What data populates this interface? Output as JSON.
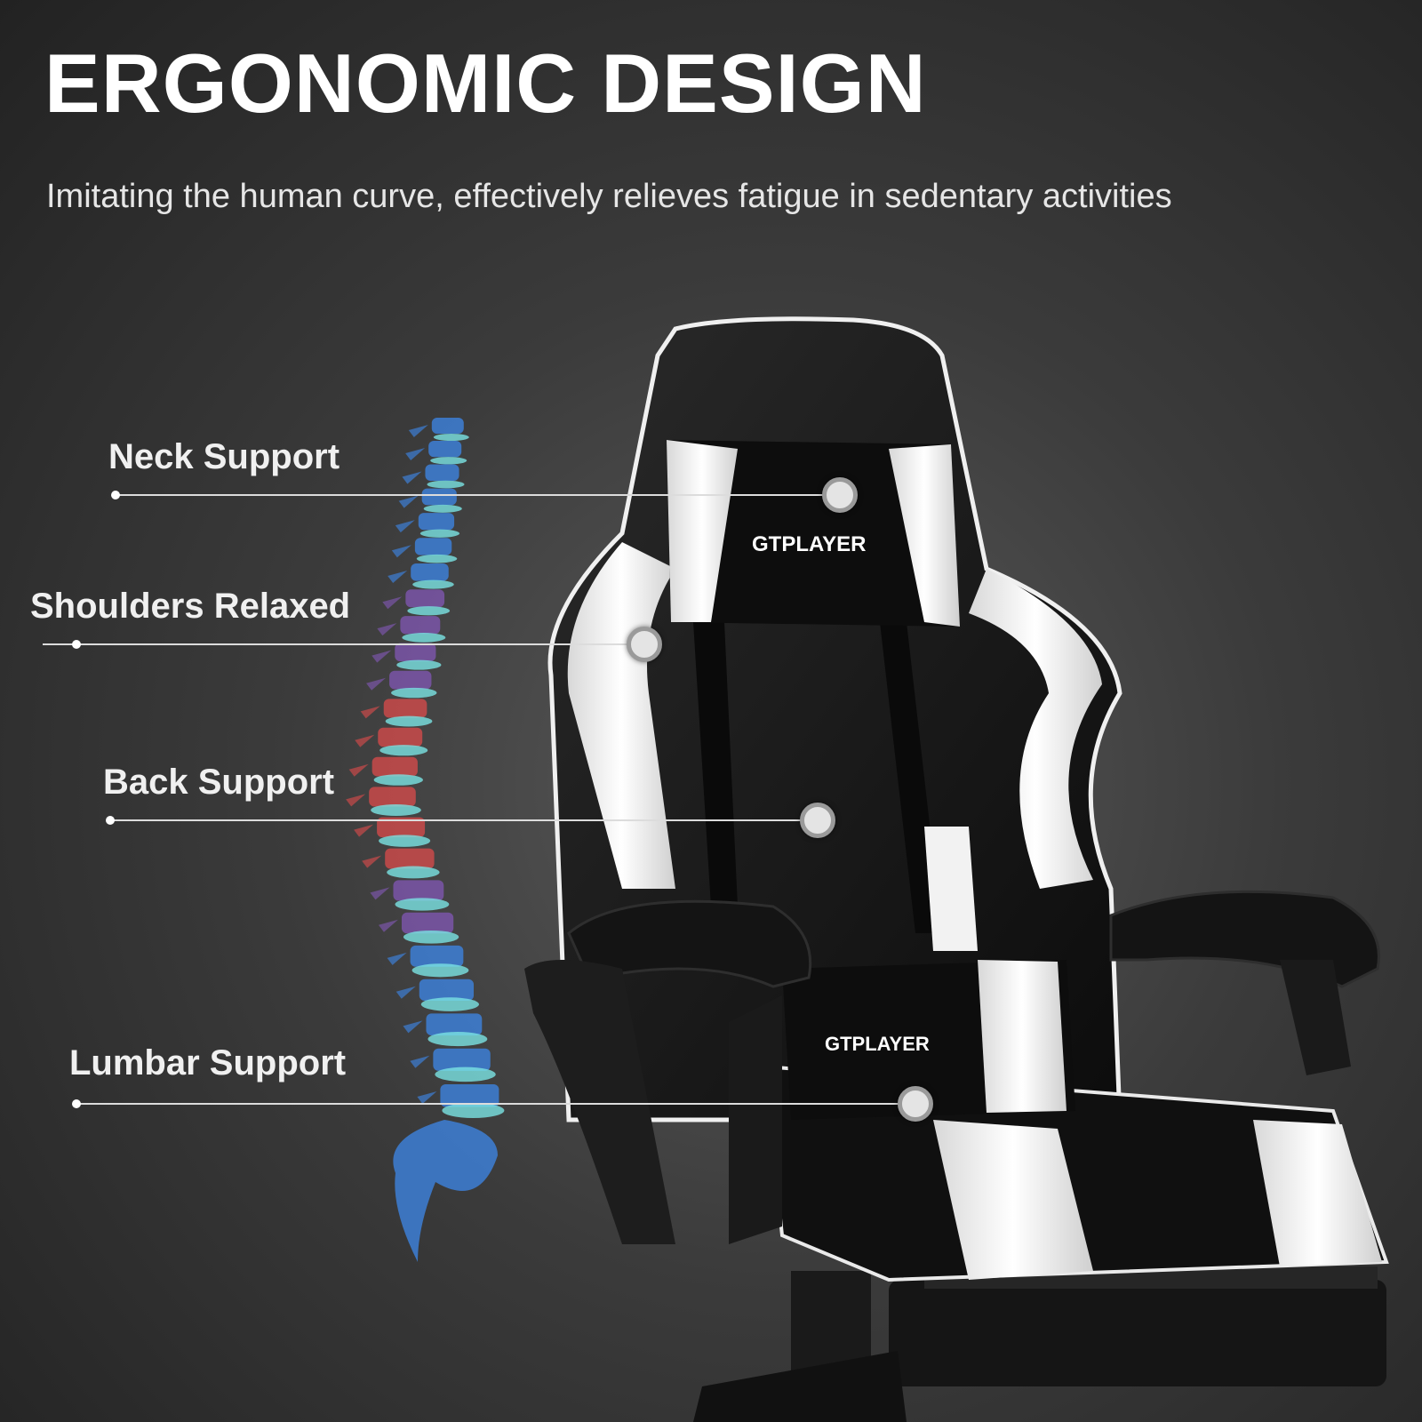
{
  "header": {
    "title": "ERGONOMIC DESIGN",
    "subtitle": "Imitating the human curve, effectively relieves fatigue in sedentary activities"
  },
  "callouts": [
    {
      "label": "Neck Support"
    },
    {
      "label": "Shoulders Relaxed"
    },
    {
      "label": "Back Support"
    },
    {
      "label": "Lumbar Support"
    }
  ],
  "chair": {
    "brand_logo_headrest": "GTPLAYER",
    "brand_logo_lumbar": "GTPLAYER"
  },
  "colors": {
    "background": "#3b3b3b",
    "text": "#ffffff",
    "chair_black": "#111111",
    "chair_white": "#f4f4f4",
    "spine_blue": "#3d7fd6",
    "spine_red": "#c94a4a",
    "spine_purple": "#7a55a8",
    "disc_cyan": "#7ae3e3"
  }
}
